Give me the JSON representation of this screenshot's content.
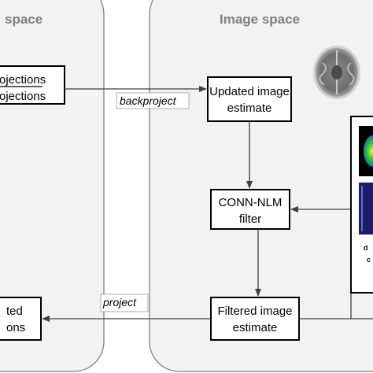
{
  "diagram": {
    "panels": {
      "left_title": "space",
      "right_title": "Image space"
    },
    "left_boxes": {
      "ratio_top": "ojections",
      "ratio_bottom": "ojections",
      "bottom_line1": "ted",
      "bottom_line2": "ons"
    },
    "boxes": {
      "updated_line1": "Updated image",
      "updated_line2": "estimate",
      "filter_line1": "CONN-NLM",
      "filter_line2": "filter",
      "filtered_line1": "Filtered image",
      "filtered_line2": "estimate"
    },
    "labels": {
      "backproject": "backproject",
      "project": "project",
      "side_fragment_1": "d",
      "side_fragment_2": "c"
    }
  }
}
